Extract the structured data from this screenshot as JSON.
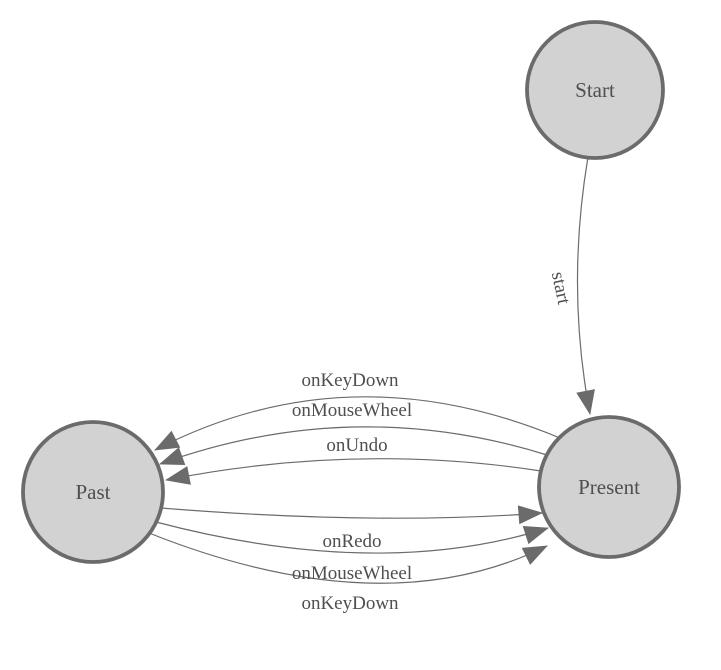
{
  "diagram": {
    "type": "state-machine",
    "background": "#ffffff",
    "colors": {
      "node_fill": "#d2d2d2",
      "node_stroke": "#6b6b6b",
      "edge_stroke": "#6b6b6b",
      "arrow_fill": "#6b6b6b",
      "label_color": "#4f4f4f"
    },
    "nodes": [
      {
        "id": "start",
        "label": "Start"
      },
      {
        "id": "present",
        "label": "Present"
      },
      {
        "id": "past",
        "label": "Past"
      }
    ],
    "edges": [
      {
        "from": "Start",
        "to": "Present",
        "label": "start"
      },
      {
        "from": "Present",
        "to": "Past",
        "label": "onKeyDown"
      },
      {
        "from": "Present",
        "to": "Past",
        "label": "onMouseWheel"
      },
      {
        "from": "Present",
        "to": "Past",
        "label": "onUndo"
      },
      {
        "from": "Past",
        "to": "Present",
        "label": "onRedo"
      },
      {
        "from": "Past",
        "to": "Present",
        "label": "onMouseWheel"
      },
      {
        "from": "Past",
        "to": "Present",
        "label": "onKeyDown"
      }
    ]
  }
}
